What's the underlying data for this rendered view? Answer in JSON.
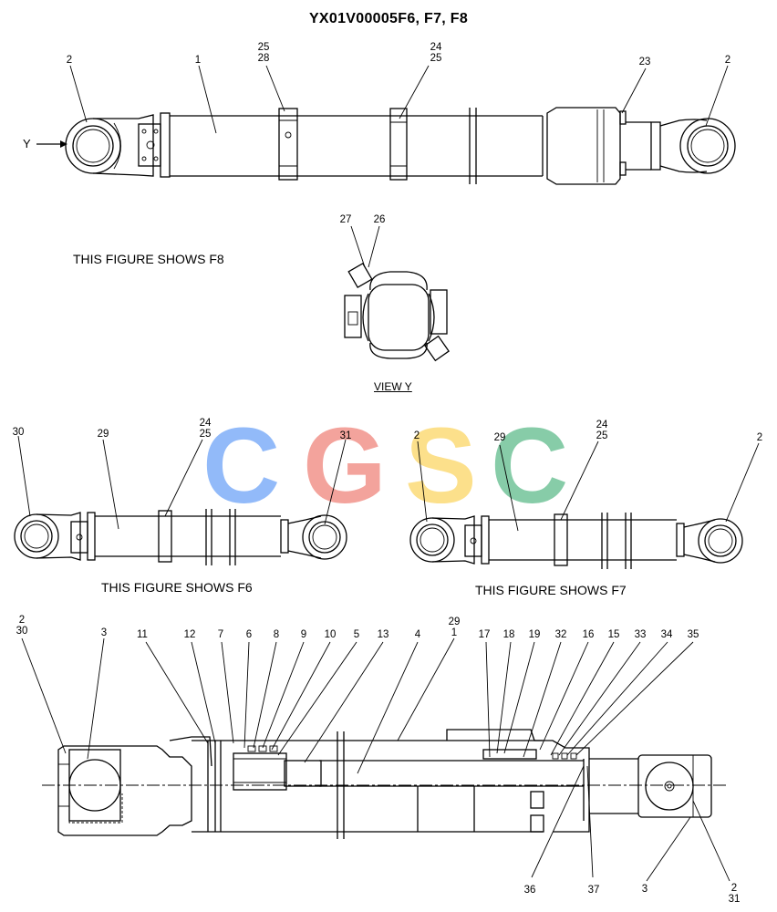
{
  "title": "YX01V00005F6, F7, F8",
  "captions": {
    "f8": "THIS FIGURE SHOWS  F8",
    "view_y": "VIEW  Y",
    "f6": "THIS FIGURE SHOWS  F6",
    "f7": "THIS FIGURE SHOWS  F7",
    "arrow_y": "Y"
  },
  "watermark": {
    "letters": [
      "C",
      "G",
      "S",
      "C"
    ],
    "colors": [
      "#6ea4f7",
      "#f0857c",
      "#fcd665",
      "#5fbb8c"
    ]
  },
  "callouts": {
    "top": [
      "2",
      "1",
      "25",
      "28",
      "24",
      "25",
      "23",
      "2"
    ],
    "view": [
      "27",
      "26"
    ],
    "f6": [
      "30",
      "29",
      "24",
      "25",
      "31"
    ],
    "f7": [
      "2",
      "29",
      "24",
      "25",
      "2"
    ],
    "bottom_top": [
      "2",
      "30",
      "3",
      "11",
      "12",
      "7",
      "6",
      "8",
      "9",
      "10",
      "5",
      "13",
      "4",
      "29",
      "1",
      "17",
      "18",
      "19",
      "32",
      "16",
      "15",
      "33",
      "34",
      "35"
    ],
    "bottom_low": [
      "36",
      "37",
      "3",
      "2",
      "31"
    ]
  }
}
